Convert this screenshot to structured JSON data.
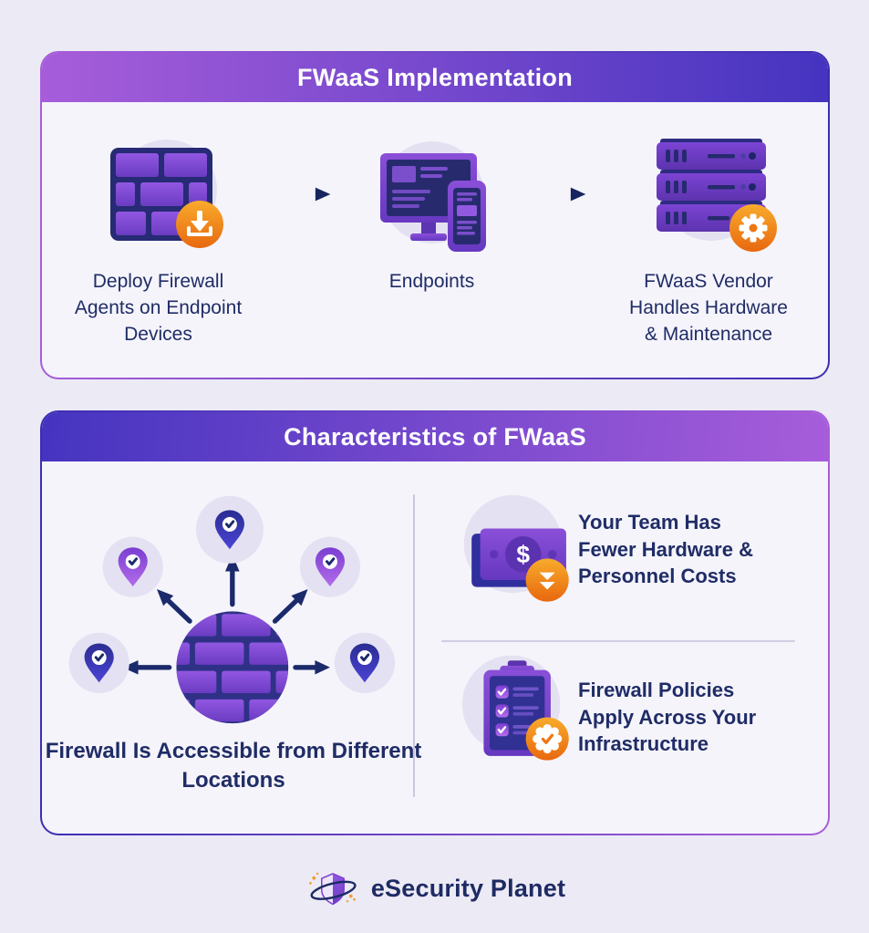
{
  "colors": {
    "navy_text": "#1f2c66",
    "purple_accent": "#a75dda",
    "indigo_accent": "#4534c0",
    "orange_badge": "#ee7714",
    "card_background": "#f5f4fb",
    "page_background": "#eceaf5"
  },
  "implementation_card": {
    "title": "FWaaS Implementation",
    "steps": [
      {
        "icon": "firewall-wall-icon",
        "badge_icon": "download-badge-icon",
        "label": "Deploy Firewall Agents on Endpoint Devices"
      },
      {
        "icon": "endpoints-devices-icon",
        "label": "Endpoints"
      },
      {
        "icon": "server-stack-icon",
        "badge_icon": "gear-badge-icon",
        "label": "FWaaS Vendor Handles Hardware & Maintenance"
      }
    ]
  },
  "characteristics_card": {
    "title": "Characteristics of FWaaS",
    "accessibility": {
      "icon": "firewall-hub-locations-icon",
      "location_pin_count": 5,
      "caption": "Firewall Is Accessible from Different Locations"
    },
    "benefits": [
      {
        "icon": "money-icon",
        "badge_icon": "cost-decrease-badge-icon",
        "text": "Your Team Has Fewer Hardware & Personnel Costs"
      },
      {
        "icon": "policy-checklist-icon",
        "badge_icon": "verified-badge-icon",
        "text": "Firewall Policies Apply Across Your Infrastructure"
      }
    ]
  },
  "footer": {
    "logo_icon": "esecurity-planet-shield-logo",
    "brand_name": "eSecurity Planet"
  }
}
